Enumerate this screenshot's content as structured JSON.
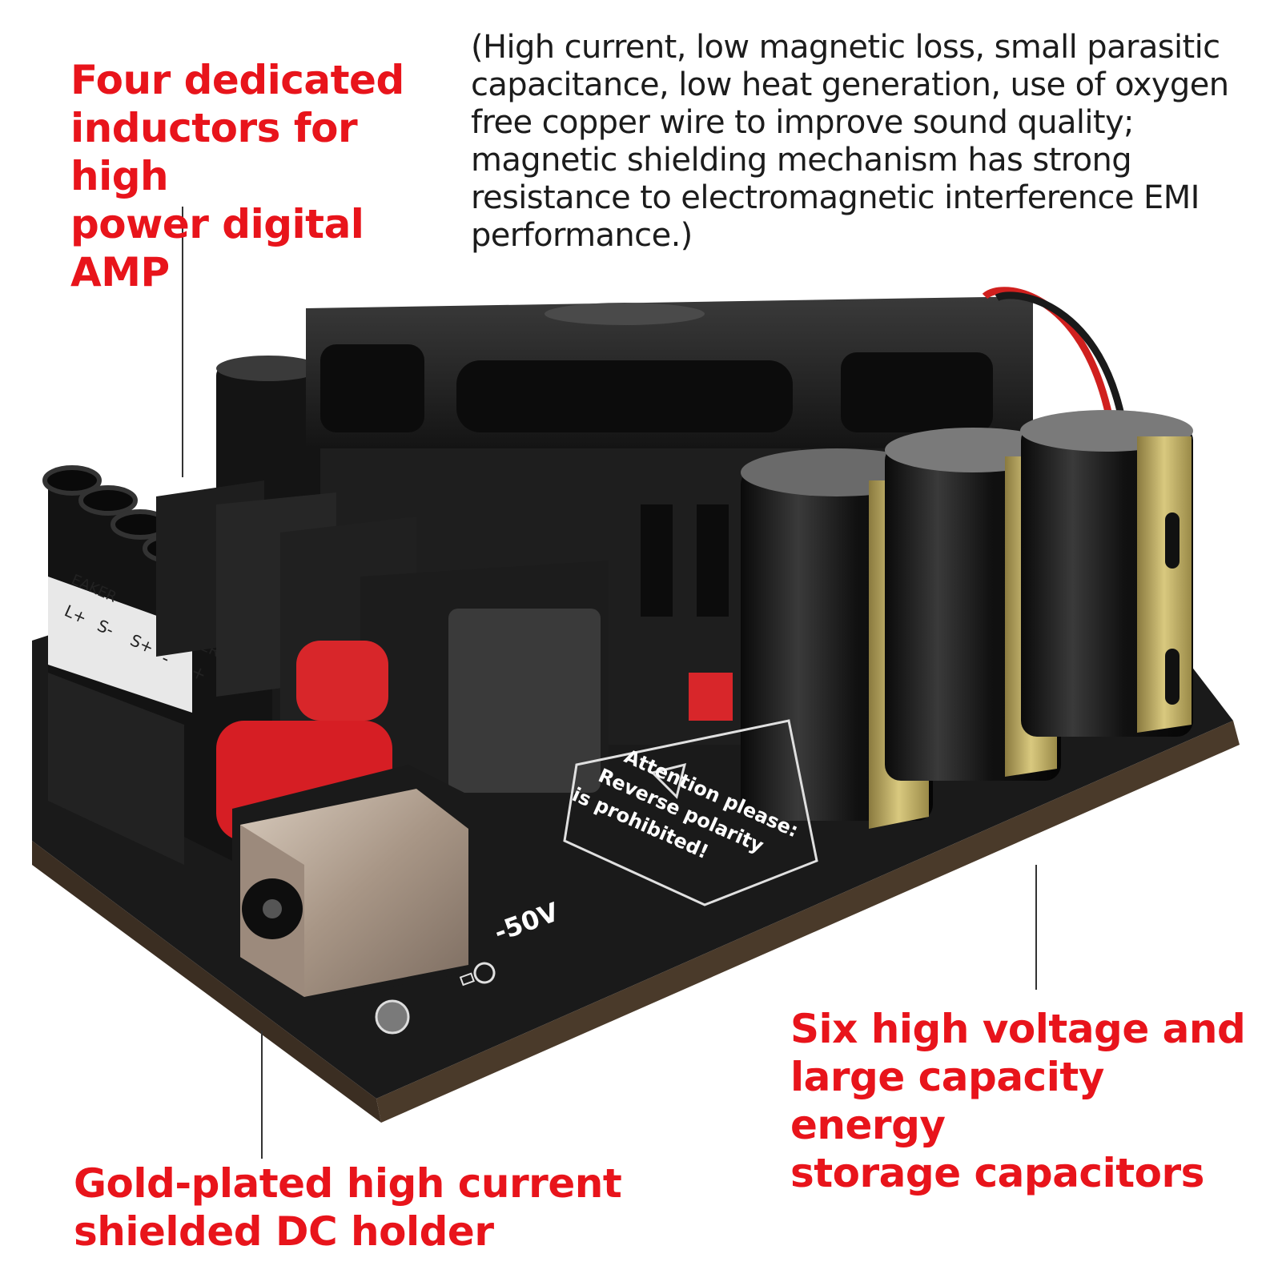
{
  "callouts": {
    "inductors": [
      "Four dedicated",
      "inductors for high",
      "power digital AMP"
    ],
    "inductors_detail": [
      "(High current, low magnetic loss, small parasitic",
      "capacitance, low heat generation, use of oxygen",
      "free copper wire to improve sound quality;",
      "magnetic shielding mechanism has strong",
      "resistance to electromagnetic interference EMI",
      "performance.)"
    ],
    "capacitors": [
      "Six high voltage and",
      "large capacity energy",
      "storage capacitors"
    ],
    "dc_holder": [
      "Gold-plated high current",
      "shielded DC holder"
    ]
  },
  "board_print": {
    "warning": [
      "Attention please:",
      "Reverse polarity",
      "is prohibited!"
    ],
    "speaker_label": "EAKER",
    "terminal_labels": [
      "L+",
      "S-",
      "S+"
    ],
    "power_label": "POWER",
    "power_signs": [
      "-",
      "+"
    ],
    "voltage": "-50V"
  },
  "colors": {
    "callout": "#e8141b",
    "body_text": "#1c1c1c",
    "pcb": "#1a1a1a",
    "capacitor_gold": "#c9b567",
    "fan": "#222222",
    "wire_red": "#d0201e",
    "dc_metal": "#b8a898"
  },
  "icons": [
    "warning-triangle-icon",
    "dc-polarity-icon"
  ]
}
